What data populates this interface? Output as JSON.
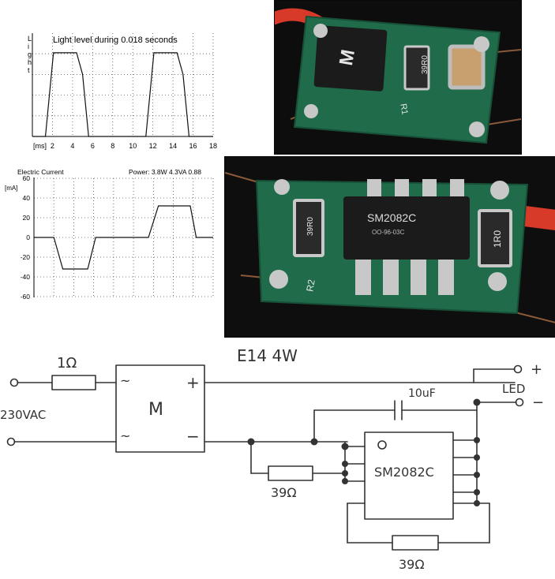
{
  "charts": {
    "light": {
      "title": "Light level during 0.018 seconds",
      "ylabel_letters": [
        "L",
        "i",
        "g",
        "h",
        "t"
      ],
      "x_unit": "[ms]",
      "x_ticks": [
        "2",
        "4",
        "6",
        "8",
        "10",
        "12",
        "14",
        "16",
        "18"
      ]
    },
    "current": {
      "title": "Electric Current",
      "power_text": "Power: 3.8W 4.3VA 0.88",
      "y_unit": "[mA]",
      "y_ticks": [
        "60",
        "40",
        "20",
        "0",
        "-20",
        "-40",
        "-60"
      ]
    }
  },
  "chart_data": [
    {
      "type": "line",
      "title": "Light level during 0.018 seconds",
      "xlabel": "[ms]",
      "ylabel": "Light",
      "xlim": [
        0,
        18
      ],
      "ylim": [
        0,
        1
      ],
      "x": [
        0,
        1.3,
        2.1,
        4.4,
        5.0,
        5.6,
        11.3,
        12.1,
        14.4,
        15.0,
        15.6,
        18
      ],
      "series": [
        {
          "values": [
            0,
            0,
            0.81,
            0.81,
            0.6,
            0,
            0,
            0.81,
            0.81,
            0.6,
            0,
            0
          ]
        }
      ]
    },
    {
      "type": "line",
      "title": "Electric Current",
      "xlabel": "",
      "ylabel": "[mA]",
      "ylim": [
        -60,
        60
      ],
      "xlim": [
        0,
        18
      ],
      "x": [
        0,
        2.0,
        2.9,
        5.4,
        6.2,
        11.5,
        12.5,
        15.7,
        16.3,
        18
      ],
      "series": [
        {
          "values": [
            0,
            0,
            -32,
            -32,
            0,
            0,
            32,
            32,
            0,
            0
          ]
        }
      ]
    }
  ],
  "photos": {
    "top": {
      "chip_text": "M",
      "resistor1": "39R0",
      "label_r1": "R1"
    },
    "bottom": {
      "chip_text": "SM2082C",
      "chip_sub": "OO-96-03C",
      "resistor2": "39R0",
      "label_r2": "R2",
      "resistor3": "1R0"
    }
  },
  "schematic": {
    "title": "E14 4W",
    "r_in": "1Ω",
    "source": "230VAC",
    "bridge": "M",
    "bridge_plus": "+",
    "bridge_minus": "−",
    "bridge_ac1": "~",
    "bridge_ac2": "~",
    "cap": "10uF",
    "led": "LED",
    "led_plus": "+",
    "led_minus": "−",
    "ic": "SM2082C",
    "r_sense1": "39Ω",
    "r_sense2": "39Ω"
  },
  "colors": {
    "pcb": "#1f6b4a",
    "wire_red": "#d83a2a",
    "chip": "#1b1b1b",
    "pad": "#c8c8c8"
  }
}
